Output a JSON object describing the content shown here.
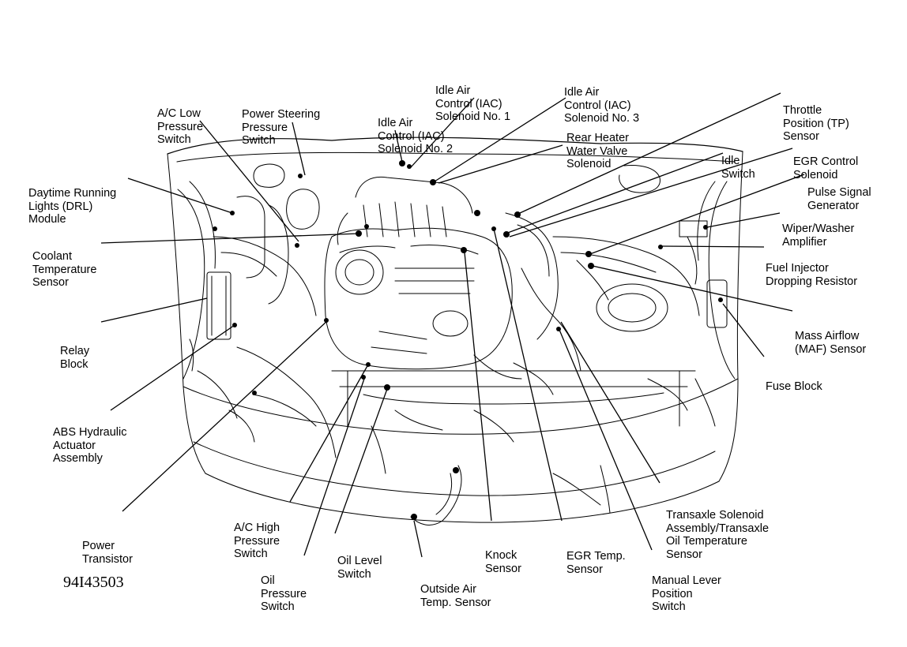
{
  "labels": {
    "ac_low": [
      "A/C Low",
      "Pressure",
      "Switch"
    ],
    "ps_pressure": [
      "Power Steering",
      "Pressure",
      "Switch"
    ],
    "iac2": [
      "Idle Air",
      "Control (IAC)",
      "Solenoid No. 2"
    ],
    "iac1": [
      "Idle Air",
      "Control (IAC)",
      "Solenoid No. 1"
    ],
    "iac3": [
      "Idle Air",
      "Control (IAC)",
      "Solenoid No. 3"
    ],
    "rear_heater": [
      "Rear Heater",
      "Water Valve",
      "Solenoid"
    ],
    "tp_sensor": [
      "Throttle",
      "Position (TP)",
      "Sensor"
    ],
    "idle_switch": [
      "Idle",
      "Switch"
    ],
    "egr_control": [
      "EGR Control",
      "Solenoid"
    ],
    "pulse_signal": [
      "Pulse Signal",
      "Generator"
    ],
    "wiper_amp": [
      "Wiper/Washer",
      "Amplifier"
    ],
    "fuel_injector": [
      "Fuel Injector",
      "Dropping Resistor"
    ],
    "maf": [
      "Mass Airflow",
      "(MAF) Sensor"
    ],
    "fuse_block": [
      "Fuse Block"
    ],
    "drl": [
      "Daytime Running",
      "Lights (DRL)",
      "Module"
    ],
    "coolant": [
      "Coolant",
      "Temperature",
      "Sensor"
    ],
    "relay": [
      "Relay",
      "Block"
    ],
    "abs": [
      "ABS Hydraulic",
      "Actuator",
      "Assembly"
    ],
    "power_transistor": [
      "Power",
      "Transistor"
    ],
    "ac_high": [
      "A/C High",
      "Pressure",
      "Switch"
    ],
    "oil_pressure": [
      "Oil",
      "Pressure",
      "Switch"
    ],
    "oil_level": [
      "Oil Level",
      "Switch"
    ],
    "outside_air": [
      "Outside Air",
      "Temp. Sensor"
    ],
    "knock": [
      "Knock",
      "Sensor"
    ],
    "egr_temp": [
      "EGR Temp.",
      "Sensor"
    ],
    "manual_lever": [
      "Manual Lever",
      "Position",
      "Switch"
    ],
    "transaxle": [
      "Transaxle Solenoid",
      "Assembly/Transaxle",
      "Oil Temperature",
      "Sensor"
    ]
  },
  "reference_code": "94I43503"
}
